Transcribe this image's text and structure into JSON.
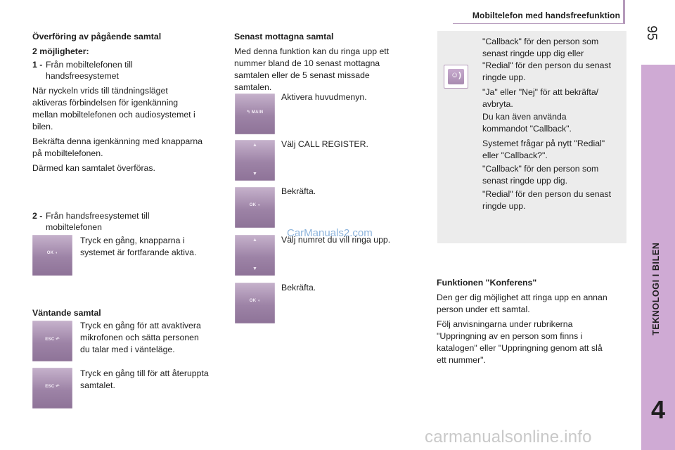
{
  "header": {
    "title": "Mobiltelefon med handsfreefunktion",
    "page_number": "95"
  },
  "sidebar": {
    "chapter_title": "TEKNOLOGI I BILEN",
    "chapter_number": "4"
  },
  "col1": {
    "heading": "Överföring av pågående samtal",
    "subheading": "2 möjligheter:",
    "opt1_num": "1 -",
    "opt1_text_a": "Från mobiltelefonen till",
    "opt1_text_b": "handsfreesystemet",
    "para1_l1": "När nyckeln vrids till tändningsläget",
    "para1_l2": "aktiveras förbindelsen för igenkänning",
    "para1_l3": "mellan mobiltelefonen och audiosystemet i",
    "para1_l4": "bilen.",
    "para2_l1": "Bekräfta denna igenkänning med knapparna",
    "para2_l2": "på mobiltelefonen.",
    "para3": "Därmed kan samtalet överföras.",
    "opt2_num": "2 -",
    "opt2_text_a": "Från handsfreesystemet till",
    "opt2_text_b": "mobiltelefonen",
    "ok_desc_l1": "Tryck en gång, knapparna i",
    "ok_desc_l2": "systemet är fortfarande aktiva.",
    "waiting_heading": "Väntande samtal",
    "esc1_l1": "Tryck en gång för att avaktivera",
    "esc1_l2": "mikrofonen och sätta personen",
    "esc1_l3": "du talar med i vänteläge.",
    "esc2_l1": "Tryck en gång till för att återuppta",
    "esc2_l2": "samtalet."
  },
  "col2": {
    "heading": "Senast mottagna samtal",
    "intro_l1": "Med denna funktion kan du ringa upp ett",
    "intro_l2": "nummer bland de 10 senast mottagna",
    "intro_l3": "samtalen eller de 5 senast missade",
    "intro_l4": "samtalen.",
    "step1": "Aktivera huvudmenyn.",
    "step2": "Välj CALL REGISTER.",
    "step3": "Bekräfta.",
    "step4": "Välj numret du vill ringa upp.",
    "step5": "Bekräfta."
  },
  "buttons": {
    "ok": "OK",
    "esc": "ESC",
    "main": "MAIN",
    "up_arrow": "▲",
    "down_arrow": "▼"
  },
  "infobox": {
    "l1": "\"Callback\" för den person som",
    "l2": "senast ringde upp dig eller",
    "l3": "\"Redial\" för den person du senast",
    "l4": "ringde upp.",
    "l5": "\"Ja\" eller \"Nej\" för att bekräfta/",
    "l6": "avbryta.",
    "l7": "Du kan även använda",
    "l8": "kommandot \"Callback\".",
    "l9": "Systemet frågar på nytt \"Redial\"",
    "l10": "eller \"Callback?\".",
    "l11": "\"Callback\" för den person som",
    "l12": "senast ringde upp dig.",
    "l13": "\"Redial\" för den person du senast",
    "l14": "ringde upp."
  },
  "col3": {
    "heading": "Funktionen \"Konferens\"",
    "p1_l1": "Den ger dig möjlighet att ringa upp en annan",
    "p1_l2": "person under ett samtal.",
    "p2_l1": "Följ anvisningarna under rubrikerna",
    "p2_l2": "\"Uppringning av en person som finns i",
    "p2_l3": "katalogen\" eller \"Uppringning genom att slå",
    "p2_l4": "ett nummer\"."
  },
  "watermarks": {
    "mid": "CarManuals2.com",
    "footer": "carmanualsonline.info"
  },
  "colors": {
    "accent": "#cfaad4",
    "button": "#9d83a6",
    "infobox": "#ececec"
  }
}
